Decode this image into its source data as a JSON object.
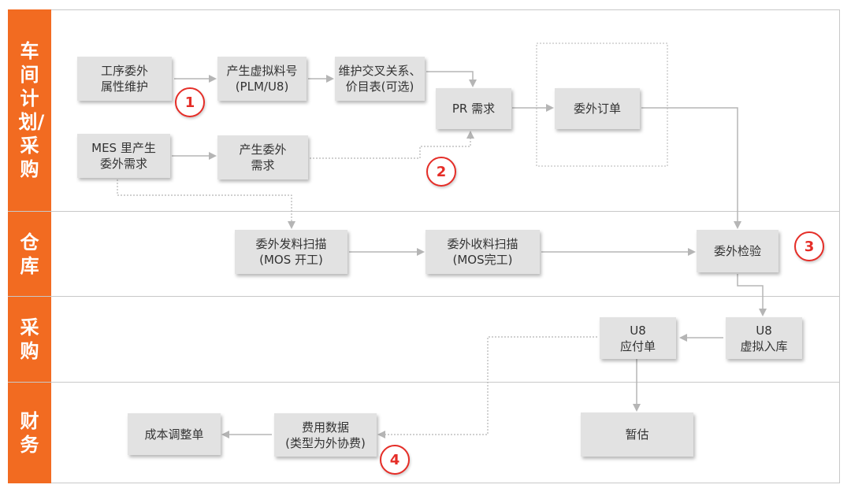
{
  "lanes": {
    "workshop_planning": "车间计划/采购",
    "warehouse": "仓库",
    "purchasing": "采购",
    "finance": "财务"
  },
  "boxes": {
    "process_maintain": [
      "工序委外",
      "属性维护"
    ],
    "virtual_material": [
      "产生虚拟料号",
      "(PLM/U8)"
    ],
    "cross_reference": [
      "维护交叉关系、",
      "价目表(可选)"
    ],
    "pr_demand": [
      "PR 需求"
    ],
    "outsource_order": [
      "委外订单"
    ],
    "mes_demand": [
      "MES 里产生",
      "委外需求"
    ],
    "generate_demand": [
      "产生委外",
      "需求"
    ],
    "issue_scan": [
      "委外发料扫描",
      "(MOS 开工)"
    ],
    "receive_scan": [
      "委外收料扫描",
      "(MOS完工)"
    ],
    "inspection": [
      "委外检验"
    ],
    "virtual_inbound": [
      "U8",
      "虚拟入库"
    ],
    "payable": [
      "U8",
      "应付单"
    ],
    "estimate": [
      "暂估"
    ],
    "expense_data": [
      "费用数据",
      "(类型为外协费)"
    ],
    "cost_adjust": [
      "成本调整单"
    ]
  },
  "badges": [
    "1",
    "2",
    "3",
    "4"
  ],
  "colors": {
    "lane_bg": "#f26b21",
    "box_bg": "#e2e2e2",
    "arrow": "#b5b5b5",
    "badge": "#e52d27"
  }
}
